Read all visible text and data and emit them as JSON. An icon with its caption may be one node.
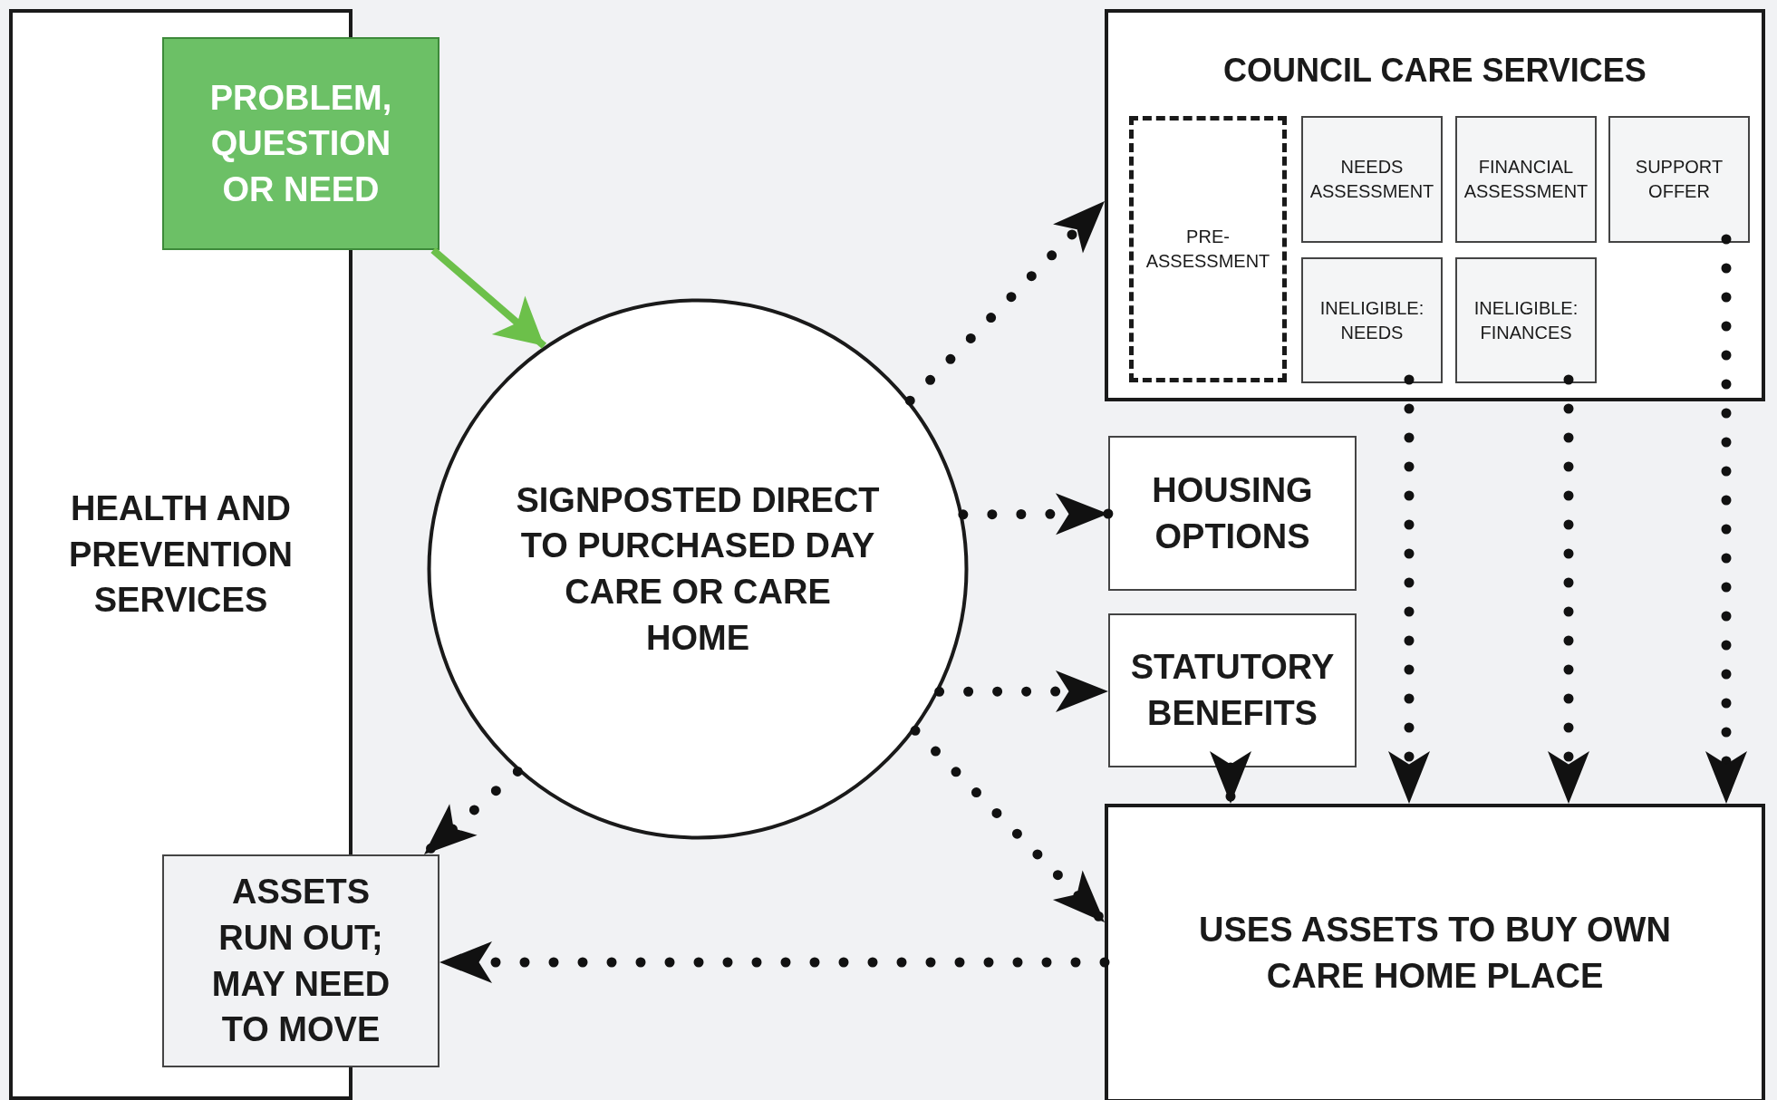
{
  "diagram": {
    "nodes": [
      {
        "text": [
          "HEALTH AND PREVENTION SERVICES"
        ]
      },
      {
        "text": [
          "PROBLEM, QUESTION OR NEED"
        ]
      },
      {
        "text": [
          "SIGNPOSTED DIRECT TO PURCHASED DAY CARE OR CARE HOME"
        ]
      },
      {
        "text": [
          "COUNCIL CARE SERVICES"
        ]
      },
      {
        "text": [
          "PRE-ASSESSMENT"
        ],
        "in": 3
      },
      {
        "text": [
          "NEEDS ASSESSMENT"
        ],
        "in": 3
      },
      {
        "text": [
          "FINANCIAL ASSESSMENT"
        ],
        "in": 3
      },
      {
        "text": [
          "SUPPORT OFFER"
        ],
        "in": 3
      },
      {
        "text": [
          "INELIGIBLE: NEEDS"
        ],
        "in": 3
      },
      {
        "text": [
          "INELIGIBLE: FINANCES"
        ],
        "in": 3
      },
      {
        "text": [
          "HOUSING OPTIONS"
        ]
      },
      {
        "text": [
          "STATUTORY BENEFITS"
        ]
      },
      {
        "text": [
          "USES ASSETS TO BUY OWN CARE HOME PLACE"
        ]
      },
      {
        "text": [
          "ASSETS RUN OUT; MAY NEED TO MOVE"
        ]
      }
    ],
    "edges": [
      {
        "from": 1,
        "to": 2,
        "arrow": "to",
        "color": "#6cc04a"
      },
      {
        "from": 2,
        "to": 3,
        "arrow": "to",
        "style": "dashed"
      },
      {
        "from": 2,
        "to": 10,
        "arrow": "to",
        "style": "dashed"
      },
      {
        "from": 2,
        "to": 11,
        "arrow": "to",
        "style": "dashed"
      },
      {
        "from": 2,
        "to": 12,
        "arrow": "to",
        "style": "dashed"
      },
      {
        "from": 2,
        "to": 13,
        "arrow": "to",
        "style": "dashed"
      },
      {
        "from": 11,
        "to": 12,
        "arrow": "to",
        "style": "dashed"
      },
      {
        "from": 8,
        "to": 12,
        "arrow": "to",
        "style": "dashed"
      },
      {
        "from": 9,
        "to": 12,
        "arrow": "to",
        "style": "dashed"
      },
      {
        "from": 7,
        "to": 12,
        "arrow": "to",
        "style": "dashed"
      },
      {
        "from": 12,
        "to": 13,
        "arrow": "to",
        "style": "dashed"
      }
    ]
  }
}
